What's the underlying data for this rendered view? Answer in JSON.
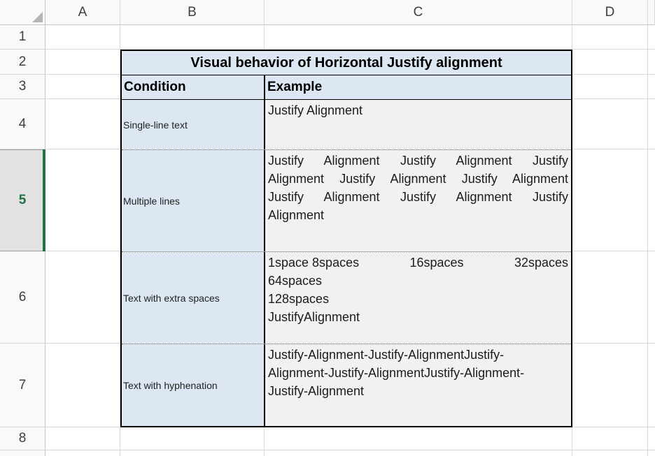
{
  "sheet": {
    "column_headers": [
      "A",
      "B",
      "C",
      "D"
    ],
    "row_headers": [
      "1",
      "2",
      "3",
      "4",
      "5",
      "6",
      "7",
      "8"
    ],
    "selected_row": "5"
  },
  "table": {
    "title": "Visual behavior of Horizontal Justify alignment",
    "header": {
      "condition": "Condition",
      "example": "Example"
    },
    "rows": [
      {
        "condition": "Single-line text",
        "example": "Justify Alignment"
      },
      {
        "condition": "Multiple lines",
        "example": "Justify Alignment Justify Alignment Justify\nAlignment Justify Alignment Justify Alignment\nJustify Alignment Justify Alignment Justify\nAlignment"
      },
      {
        "condition": "Text with extra spaces",
        "line1": [
          "1space 8spaces",
          "16spaces",
          "32spaces"
        ],
        "lines": [
          "64spaces",
          "128spaces",
          "JustifyAlignment"
        ]
      },
      {
        "condition": "Text with hyphenation",
        "example": "Justify-Alignment-Justify-AlignmentJustify-\nAlignment-Justify-AlignmentJustify-Alignment-\nJustify-Alignment"
      }
    ]
  },
  "colors": {
    "header_fill": "#dce7f3",
    "example_fill": "#f1f1f1",
    "selection_green": "#217346",
    "gridline": "#d9d9d9",
    "table_border": "#000000"
  }
}
